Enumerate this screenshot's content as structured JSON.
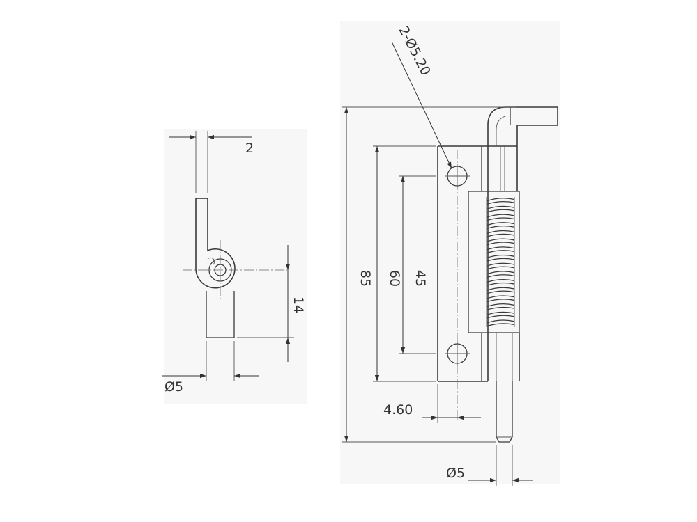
{
  "dimensions": {
    "wall_thickness": "2",
    "eye_height": "14",
    "side_pin_dia": "Ø5",
    "hole_spec": "2-Ø5.20",
    "overall_length": "85",
    "plate_length": "60",
    "hole_pitch": "45",
    "hole_offset": "4.60",
    "front_pin_dia": "Ø5"
  }
}
